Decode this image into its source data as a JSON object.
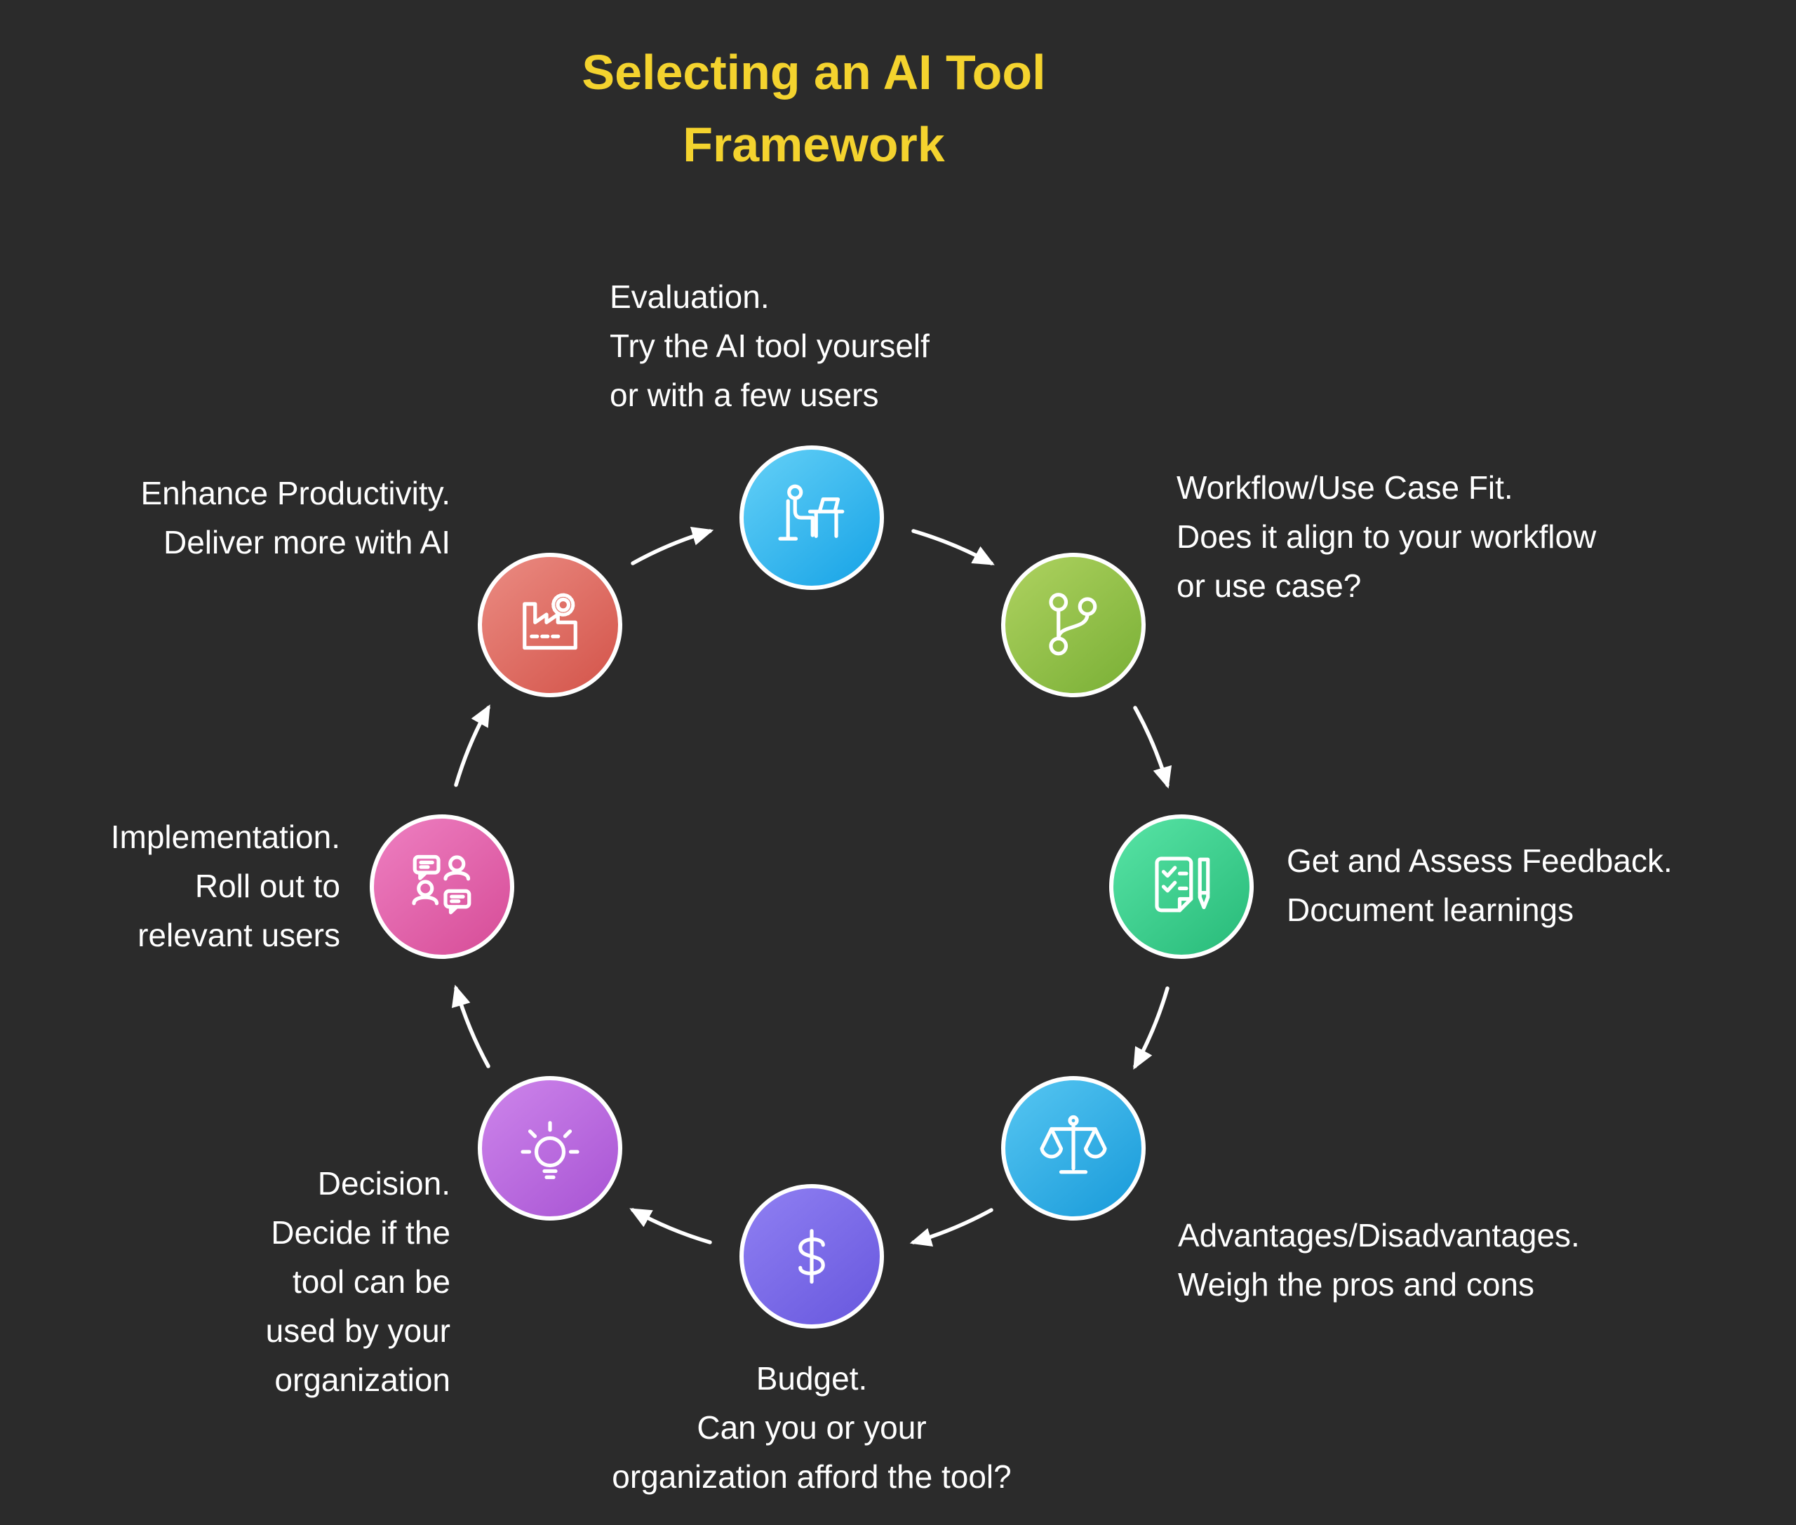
{
  "title": "Selecting an AI Tool\nFramework",
  "theme": {
    "background": "#2B2B2B",
    "title_color": "#F4D32E",
    "text_color": "#FFFFFF",
    "arrow_color": "#FFFFFF",
    "node_ring_color": "#FFFFFF"
  },
  "nodes": [
    {
      "id": "evaluation",
      "label": "Evaluation.\nTry the AI tool yourself\nor with a few users",
      "icon": "person-at-desk-icon",
      "color": "#1FA8E8",
      "color_light": "#5BCBF5"
    },
    {
      "id": "workflow-use-case-fit",
      "label": "Workflow/Use Case Fit.\nDoes it align to your workflow\nor use case?",
      "icon": "branch-icon",
      "color": "#7FB33A",
      "color_light": "#A8CE5B"
    },
    {
      "id": "get-and-assess-feedback",
      "label": "Get and Assess Feedback.\nDocument learnings",
      "icon": "checklist-pen-icon",
      "color": "#2DBF7E",
      "color_light": "#52DFA0"
    },
    {
      "id": "advantages-disadvantages",
      "label": "Advantages/Disadvantages.\nWeigh the pros and cons",
      "icon": "balance-scale-icon",
      "color": "#1F9FDC",
      "color_light": "#4FC1EF"
    },
    {
      "id": "budget",
      "label": "Budget.\nCan you or your\norganization afford the tool?",
      "icon": "dollar-icon",
      "color": "#6C5CE0",
      "color_light": "#8B7BF0"
    },
    {
      "id": "decision",
      "label": "Decision.\nDecide if the\ntool can be\nused by your\norganization",
      "icon": "lightbulb-icon",
      "color": "#AC59D6",
      "color_light": "#C97FE8"
    },
    {
      "id": "implementation",
      "label": "Implementation.\nRoll out to\nrelevant users",
      "icon": "people-chat-icon",
      "color": "#D9529C",
      "color_light": "#EB79BC"
    },
    {
      "id": "enhance-productivity",
      "label": "Enhance Productivity.\nDeliver more with AI",
      "icon": "factory-gear-icon",
      "color": "#D65A50",
      "color_light": "#E8857C"
    }
  ],
  "flow": [
    "evaluation",
    "workflow-use-case-fit",
    "get-and-assess-feedback",
    "advantages-disadvantages",
    "budget",
    "decision",
    "implementation",
    "enhance-productivity",
    "evaluation"
  ]
}
